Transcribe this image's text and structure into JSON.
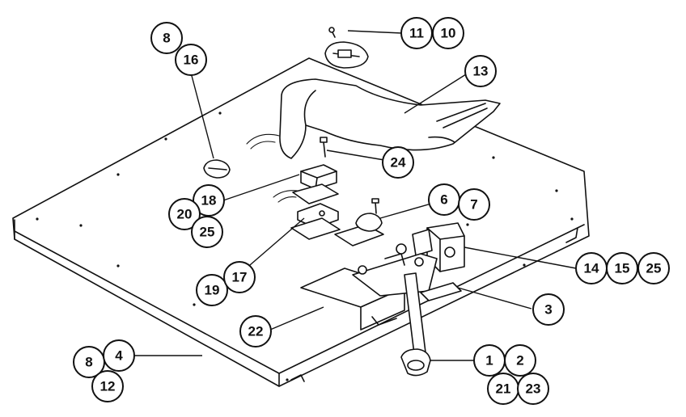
{
  "callouts": [
    {
      "id": "c-8a",
      "label": "8"
    },
    {
      "id": "c-16",
      "label": "16"
    },
    {
      "id": "c-11",
      "label": "11"
    },
    {
      "id": "c-10",
      "label": "10"
    },
    {
      "id": "c-13",
      "label": "13"
    },
    {
      "id": "c-24",
      "label": "24"
    },
    {
      "id": "c-18",
      "label": "18"
    },
    {
      "id": "c-20",
      "label": "20"
    },
    {
      "id": "c-25a",
      "label": "25"
    },
    {
      "id": "c-6",
      "label": "6"
    },
    {
      "id": "c-7",
      "label": "7"
    },
    {
      "id": "c-14",
      "label": "14"
    },
    {
      "id": "c-15",
      "label": "15"
    },
    {
      "id": "c-25b",
      "label": "25"
    },
    {
      "id": "c-19",
      "label": "19"
    },
    {
      "id": "c-17",
      "label": "17"
    },
    {
      "id": "c-3",
      "label": "3"
    },
    {
      "id": "c-22",
      "label": "22"
    },
    {
      "id": "c-8b",
      "label": "8"
    },
    {
      "id": "c-4",
      "label": "4"
    },
    {
      "id": "c-12",
      "label": "12"
    },
    {
      "id": "c-1",
      "label": "1"
    },
    {
      "id": "c-2",
      "label": "2"
    },
    {
      "id": "c-21",
      "label": "21"
    },
    {
      "id": "c-23",
      "label": "23"
    }
  ]
}
